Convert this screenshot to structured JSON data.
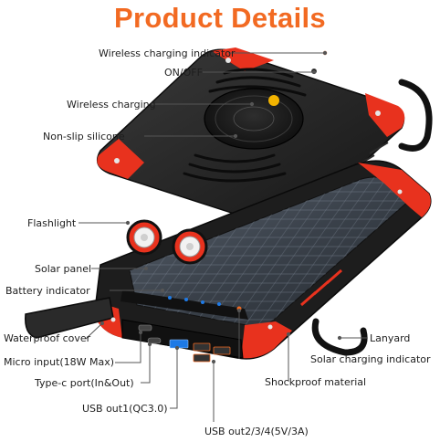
{
  "title": "Product Details",
  "labels": {
    "wireless_indicator": "Wireless charging indicator",
    "on_off": "ON/OFF",
    "wireless_charging": "Wireless charging",
    "non_slip": "Non-slip silicone",
    "flashlight": "Flashlight",
    "solar_panel": "Solar panel",
    "battery_indicator": "Battery indicator",
    "lanyard": "Lanyard",
    "waterproof_cover": "Waterproof cover",
    "micro_input": "Micro input(18W Max)",
    "solar_indicator": "Solar charging indicator",
    "type_c": "Type-c port(In&Out)",
    "shockproof": "Shockproof material",
    "usb_out1": "USB out1(QC3.0)",
    "usb_out2": "USB out2/3/4(5V/3A)"
  },
  "colors": {
    "accent": "#f26a22",
    "rubber_red": "#e8321e",
    "body_black": "#1a1a1a",
    "indicator_blue": "#1e7ae6"
  },
  "icons": [
    "wireless-coil-icon",
    "power-button-icon",
    "flashlight-lens-icon",
    "usb-port-icon",
    "led-indicator-icon"
  ]
}
